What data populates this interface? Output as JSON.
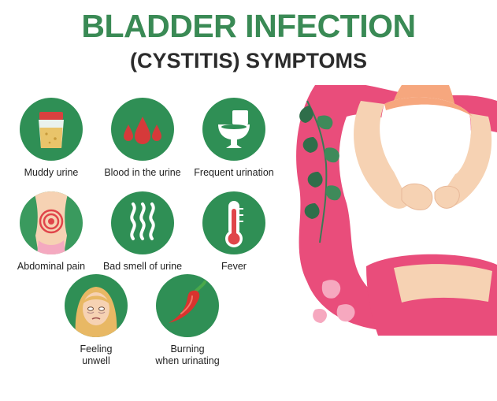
{
  "title": {
    "line1": "BLADDER INFECTION",
    "line2": "(CYSTITIS) SYMPTOMS"
  },
  "symptoms": [
    {
      "label": "Muddy urine",
      "icon": "urine-cup-icon"
    },
    {
      "label": "Blood in the urine",
      "icon": "blood-drops-icon"
    },
    {
      "label": "Frequent urination",
      "icon": "toilet-icon"
    },
    {
      "label": "Abdominal pain",
      "icon": "abdomen-target-icon"
    },
    {
      "label": "Bad smell of urine",
      "icon": "odor-waves-icon"
    },
    {
      "label": "Fever",
      "icon": "thermometer-icon"
    },
    {
      "label": "Feeling\nunwell",
      "icon": "sick-face-icon"
    },
    {
      "label": "Burning\nwhen urinating",
      "icon": "chili-pepper-icon"
    }
  ],
  "colors": {
    "title_green": "#3a8a55",
    "icon_circle": "#2f8f55",
    "pink": "#e94d7b",
    "skin": "#f6d2b3"
  }
}
